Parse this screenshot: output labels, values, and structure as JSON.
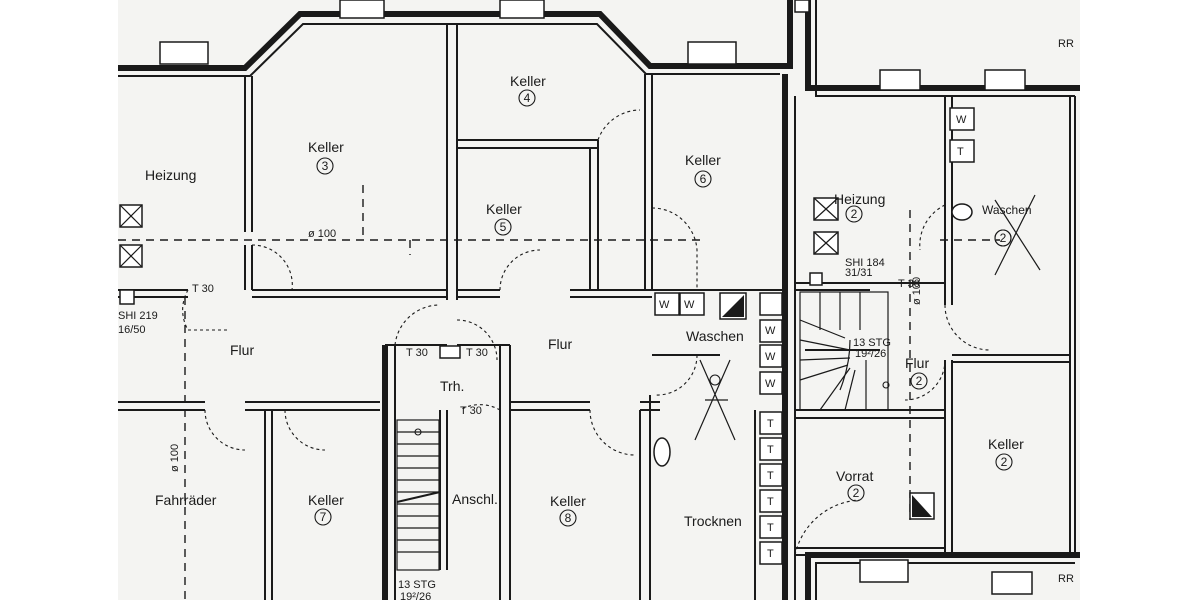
{
  "rooms": {
    "keller4": {
      "name": "Keller",
      "num": "4"
    },
    "keller3": {
      "name": "Keller",
      "num": "3"
    },
    "keller5": {
      "name": "Keller",
      "num": "5"
    },
    "keller6": {
      "name": "Keller",
      "num": "6"
    },
    "keller7": {
      "name": "Keller",
      "num": "7"
    },
    "keller8": {
      "name": "Keller",
      "num": "8"
    },
    "keller2r": {
      "name": "Keller",
      "num": "2"
    },
    "heizung_left": {
      "name": "Heizung"
    },
    "heizung2": {
      "name": "Heizung",
      "num": "2"
    },
    "waschen": {
      "name": "Waschen"
    },
    "waschen_right": {
      "name": "Waschen",
      "num": "2"
    },
    "flur_left": {
      "name": "Flur"
    },
    "flur_mid": {
      "name": "Flur"
    },
    "flur2": {
      "name": "Flur",
      "num": "2"
    },
    "trh": {
      "name": "Trh."
    },
    "anschl": {
      "name": "Anschl."
    },
    "trockner": {
      "name": "Trocknen"
    },
    "vorrat": {
      "name": "Vorrat",
      "num": "2"
    },
    "fahrraeder": {
      "name": "Fahrräder"
    }
  },
  "annotations": {
    "pipe": "ø 100",
    "pipe_vertical_left": "ø 100",
    "pipe_vertical_right": "ø 100",
    "shi219": "SHI 219",
    "shi219_sub": "16/50",
    "shi184": "SHI 184",
    "shi184_sub": "31/31",
    "t30_left": "T 30",
    "t30_a": "T 30",
    "t30_b": "T 30",
    "t30_c": "T 30",
    "t30_right": "T 30",
    "stg_mid": "13 STG",
    "stg_mid_sub": "19²/26",
    "stg_bottom": "13 STG",
    "stg_bottom_sub": "19²/26",
    "rr_top": "RR",
    "rr_bottom": "RR",
    "w": "W",
    "t": "T"
  }
}
